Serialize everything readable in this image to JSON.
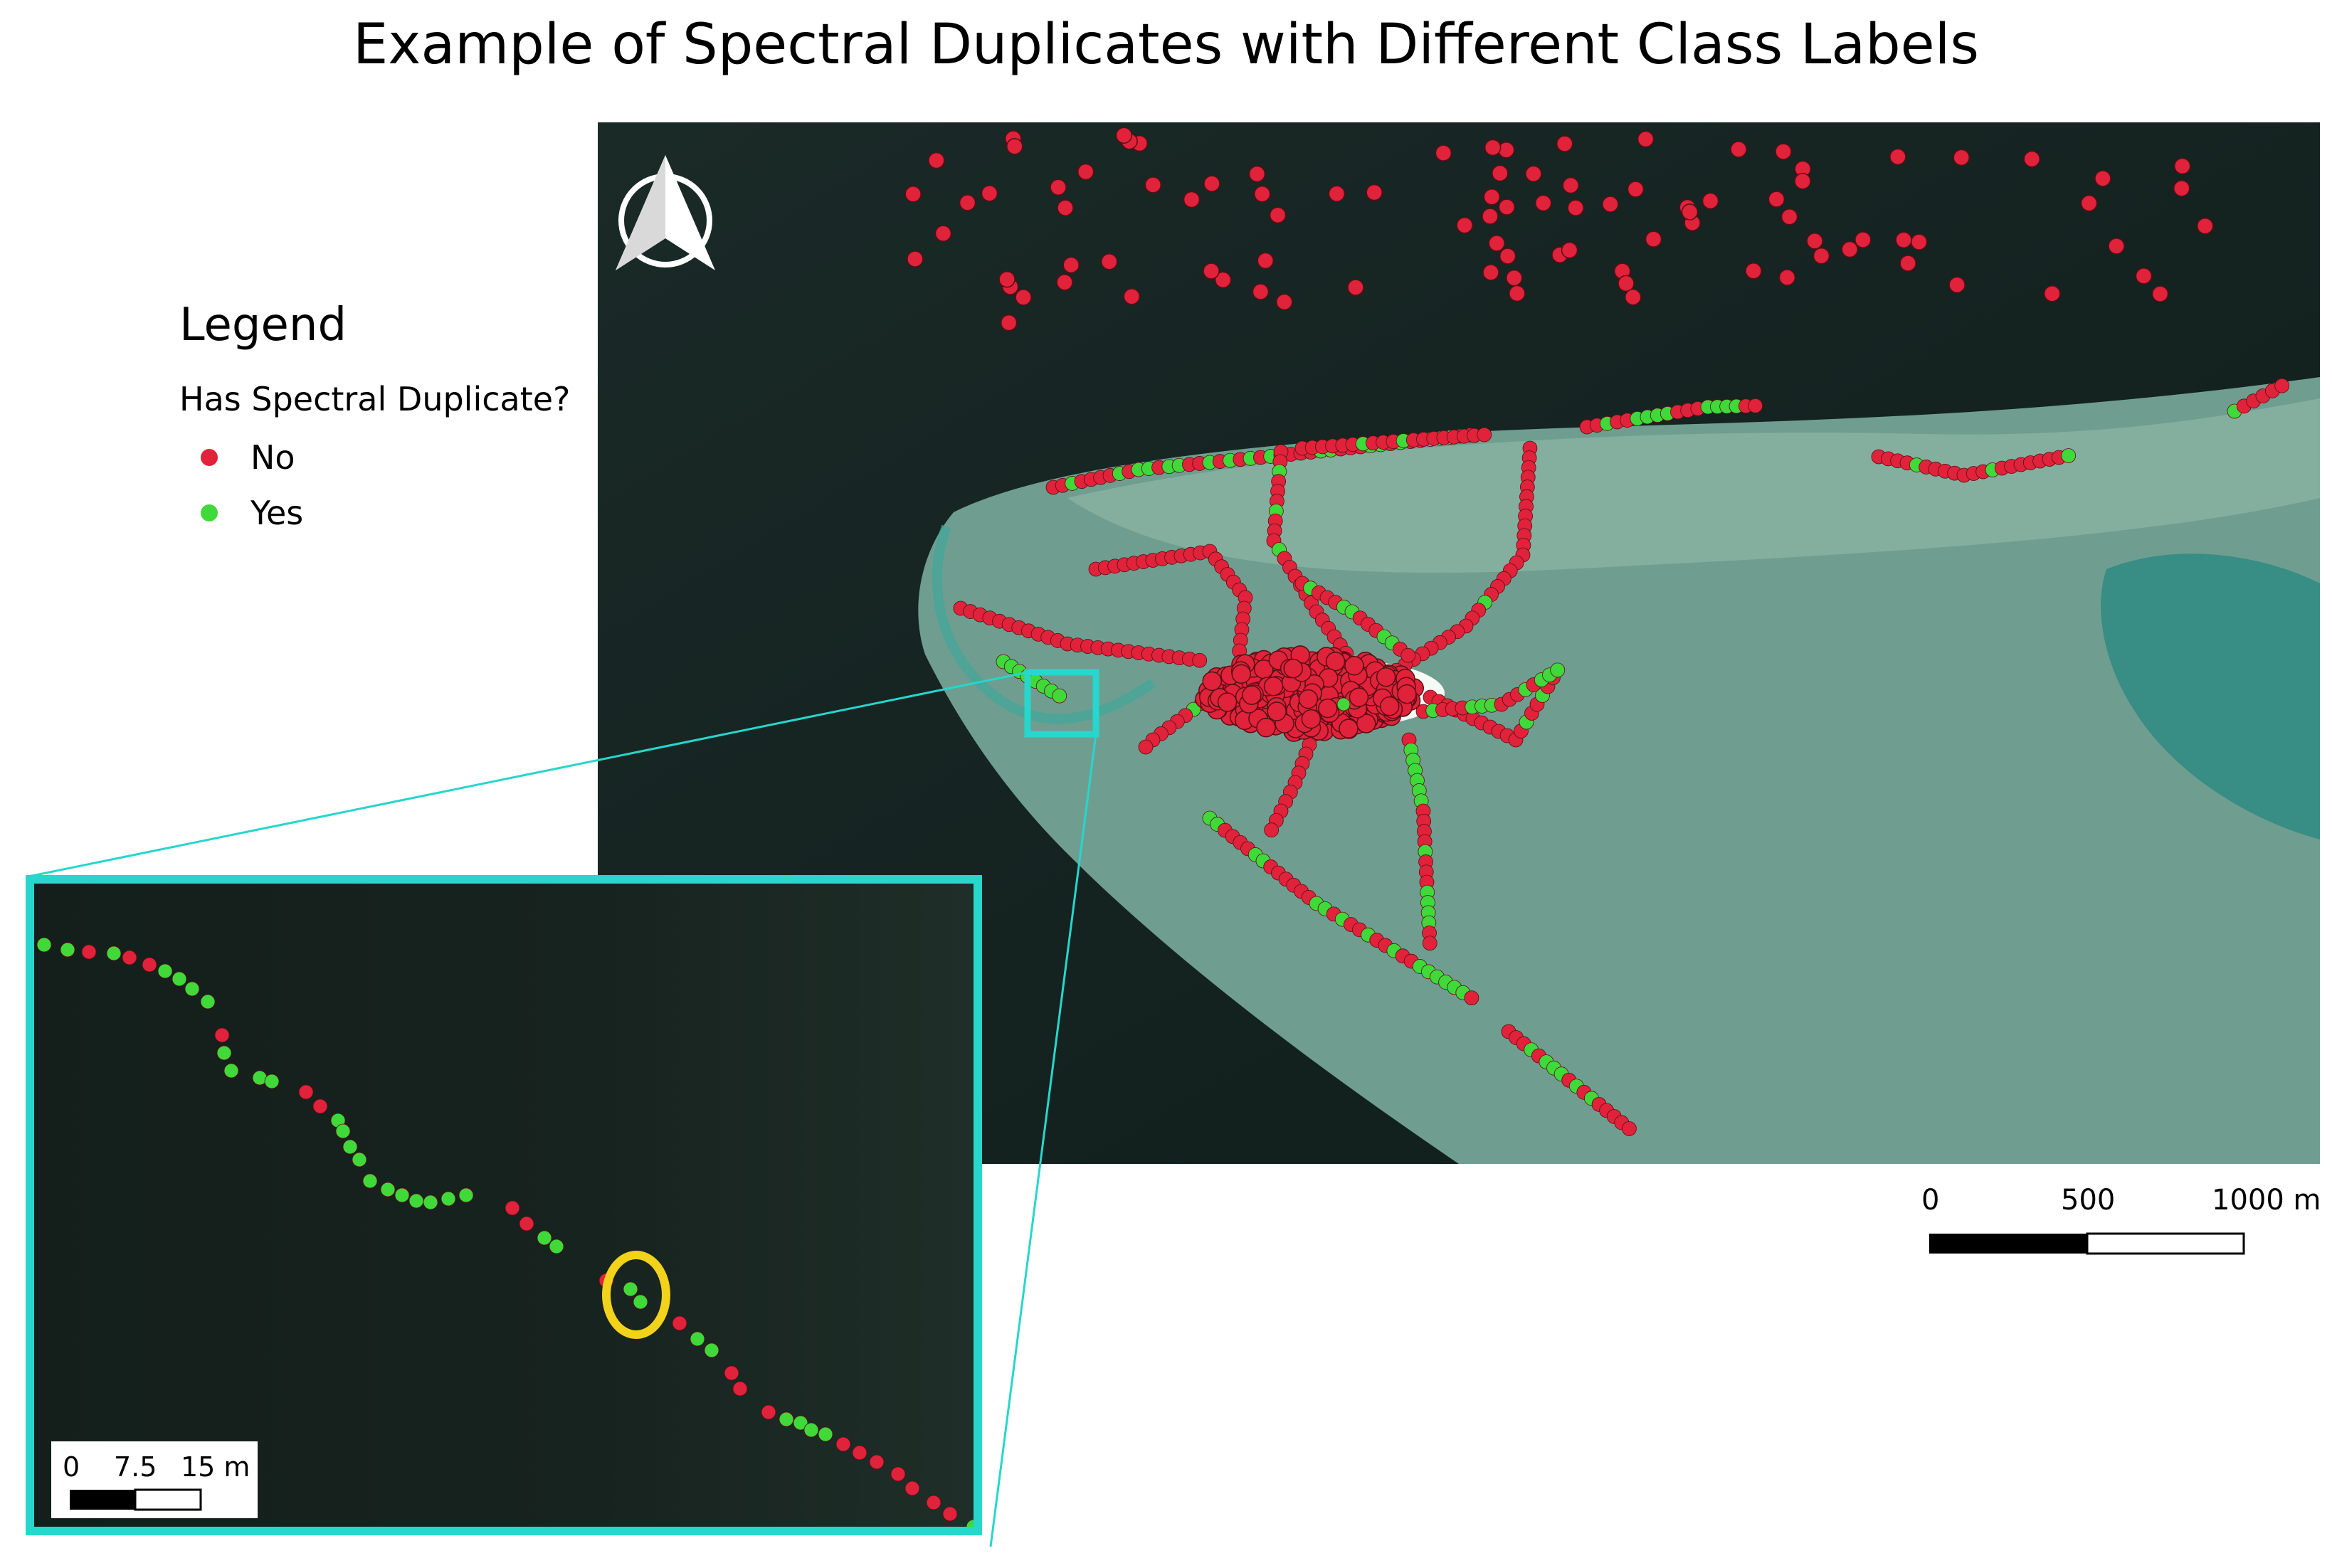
{
  "title": "Example of Spectral Duplicates with Different Class Labels",
  "legend": {
    "title": "Legend",
    "subtitle": "Has Spectral Duplicate?",
    "items": [
      {
        "label": "No",
        "color": "#e0223a"
      },
      {
        "label": "Yes",
        "color": "#3fd93a"
      }
    ]
  },
  "main_scale": {
    "labels": [
      "0",
      "500",
      "1000 m"
    ]
  },
  "inset_scale": {
    "labels": [
      "0",
      "7.5",
      "15 m"
    ]
  },
  "colors": {
    "no": "#e0223a",
    "yes": "#3fd93a",
    "highlight": "#f2d21b",
    "inset_frame": "#27d6cc",
    "water": "#13221f",
    "reef": "#78a696"
  },
  "icons": {
    "north_arrow": "north-arrow-icon"
  }
}
